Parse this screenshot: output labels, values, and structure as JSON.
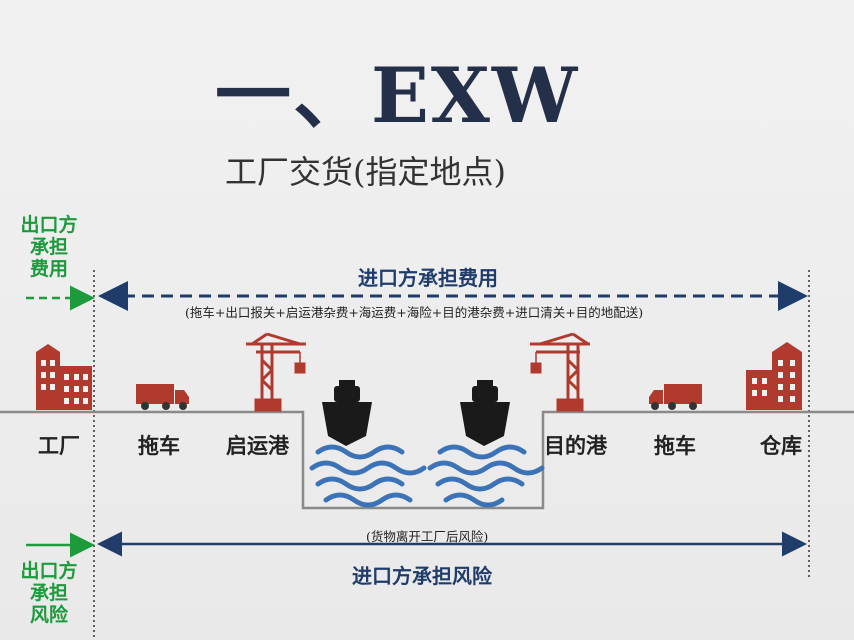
{
  "header": {
    "title": "一、EXW",
    "subtitle": "工厂交货(指定地点)"
  },
  "left_labels": {
    "cost": "出口方\n承担\n费用",
    "risk": "出口方\n承担\n风险"
  },
  "cost_line": {
    "label": "进口方承担费用",
    "detail": "(拖车+出口报关+启运港杂费+海运费+海险+目的港杂费+进口清关+目的地配送)"
  },
  "risk_line": {
    "note": "(货物离开工厂后风险)",
    "label": "进口方承担风险"
  },
  "places": [
    "工厂",
    "拖车",
    "启运港",
    "目的港",
    "拖车",
    "仓库"
  ],
  "colors": {
    "dark_blue": "#1f3c6b",
    "title": "#24304a",
    "green": "#1c9a3c",
    "brick": "#b03a2e",
    "water": "#3c73b6"
  },
  "icons": [
    "factory-icon",
    "truck-icon",
    "crane-icon",
    "ship-icon",
    "waves-icon",
    "warehouse-icon"
  ]
}
